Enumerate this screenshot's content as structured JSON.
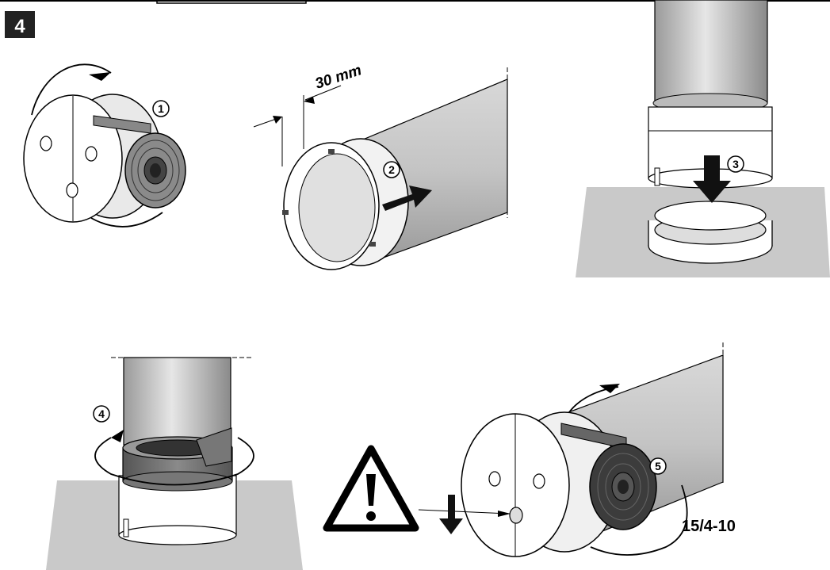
{
  "figure": {
    "step_badge": "4",
    "dimension_label": "30 mm",
    "callouts": [
      "1",
      "2",
      "3",
      "4",
      "5"
    ],
    "reference_code": "15/4-10",
    "warning_icon": "warning-triangle-icon",
    "colors": {
      "badge_bg": "#222222",
      "badge_text": "#ffffff",
      "floor": "#c9c9c9",
      "pipe_mid": "#d2d2d2",
      "pipe_dark": "#8c8c8c",
      "tape_dark": "#3a3a3a",
      "arrow": "#111111"
    }
  }
}
